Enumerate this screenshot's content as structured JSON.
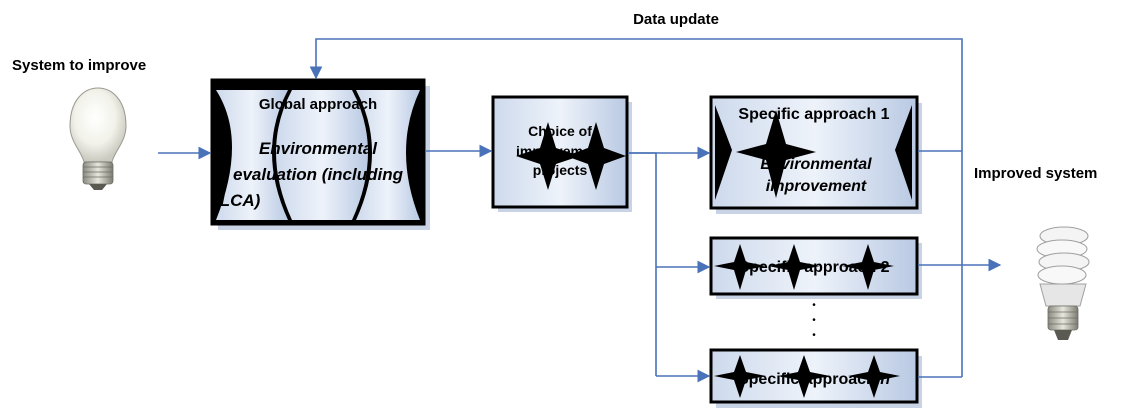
{
  "labels": {
    "data_update": "Data update",
    "system_to_improve": "System to improve",
    "improved_system": "Improved system"
  },
  "boxes": {
    "global": {
      "title": "Global approach",
      "lines": [
        "Environmental",
        "evaluation (including",
        "LCA)"
      ]
    },
    "choice": {
      "lines": [
        "Choice of",
        "improvement",
        "projects"
      ]
    },
    "specific1": {
      "title": "Specific approach 1",
      "lines": [
        "Environmental",
        "improvement"
      ]
    },
    "specific2": {
      "title": "Specific approach 2"
    },
    "specificn": {
      "title_prefix": "Specific approach ",
      "title_italic": "n"
    }
  },
  "ellipsis_dots": "•",
  "colors": {
    "arrow": "#4a72b8",
    "box_fill": "#b6c6e1",
    "box_fill_light": "#dfe7f3",
    "box_border": "#000000",
    "shadow": "#c4cee0"
  },
  "icons": {
    "input": "light-bulb-icon",
    "output": "compact-fluorescent-bulb-icon"
  }
}
